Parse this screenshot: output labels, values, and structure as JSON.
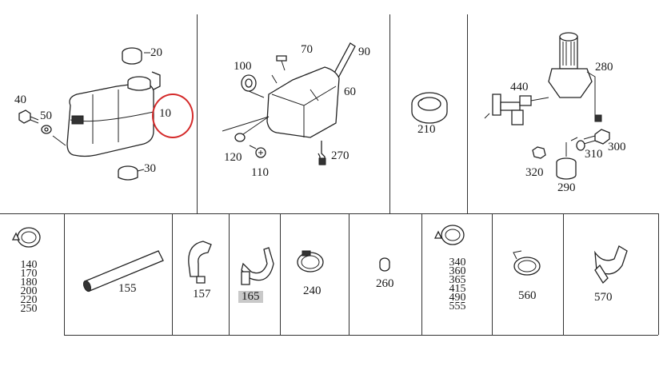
{
  "colors": {
    "line": "#333333",
    "highlight_circle": "#d42a2a",
    "label_highlight_bg": "#c9c9c9"
  },
  "panel1": {
    "labels": [
      "20",
      "40",
      "50",
      "10",
      "30"
    ]
  },
  "panel2": {
    "labels": [
      "100",
      "70",
      "90",
      "60",
      "120",
      "110",
      "270"
    ]
  },
  "panel3": {
    "labels": [
      "210"
    ]
  },
  "panel4": {
    "labels": [
      "280",
      "440",
      "300",
      "310",
      "320",
      "290"
    ]
  },
  "row2": {
    "cell1": [
      "140",
      "170",
      "180",
      "200",
      "220",
      "250"
    ],
    "cell2": "155",
    "cell3": "157",
    "cell4": "165",
    "cell5": "240",
    "cell6": "260",
    "cell7": [
      "340",
      "360",
      "365",
      "415",
      "490",
      "555"
    ],
    "cell8": "560",
    "cell9": "570"
  }
}
